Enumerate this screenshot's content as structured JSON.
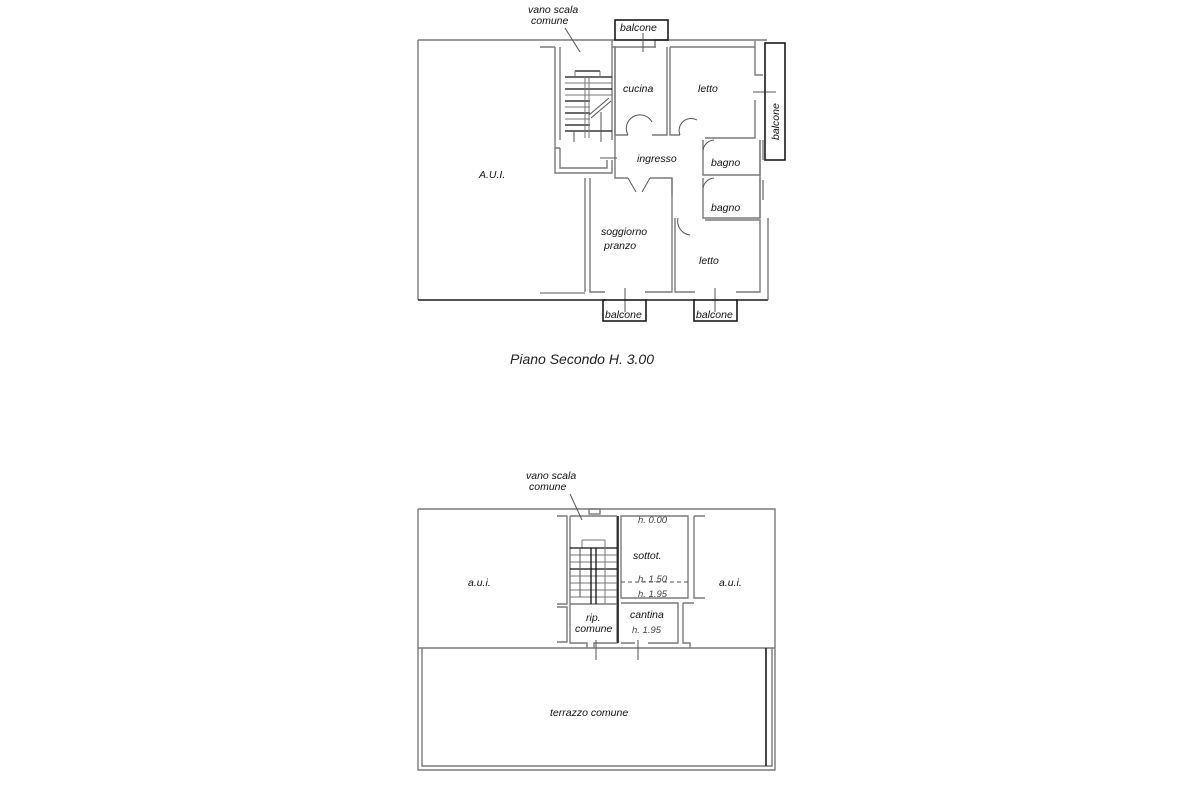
{
  "drawing": {
    "type": "architectural floor plan",
    "line_color": "#7a7a7a",
    "background": "#ffffff"
  },
  "upper_plan": {
    "caption": "Piano Secondo  H. 3.00",
    "stair_label_line1": "vano scala",
    "stair_label_line2": "comune",
    "rooms": {
      "aui": "A.U.I.",
      "cucina": "cucina",
      "letto_top": "letto",
      "ingresso": "ingresso",
      "bagno_1": "bagno",
      "bagno_2": "bagno",
      "soggiorno_line1": "soggiorno",
      "soggiorno_line2": "pranzo",
      "letto_bottom": "letto"
    },
    "balconies": {
      "top": "balcone",
      "right": "balcone",
      "bottom_left": "balcone",
      "bottom_right": "balcone"
    }
  },
  "lower_plan": {
    "stair_label_line1": "vano scala",
    "stair_label_line2": "comune",
    "rooms": {
      "aui_left": "a.u.i.",
      "aui_right": "a.u.i.",
      "sottotetto": "sottot.",
      "rip_line1": "rip.",
      "rip_line2": "comune",
      "cantina": "cantina",
      "terrazzo": "terrazzo comune"
    },
    "heights": {
      "h_top": "h. 0.00",
      "h_mid": "h. 1.50",
      "h_low": "h. 1.95",
      "h_cantina": "h. 1.95"
    }
  }
}
